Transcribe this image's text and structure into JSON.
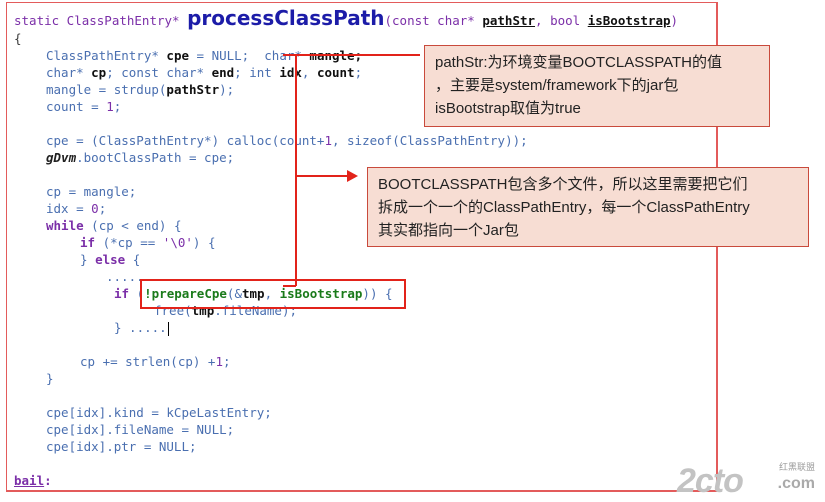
{
  "code": {
    "sig_type": "static ClassPathEntry* ",
    "sig_name": "processClassPath",
    "sig_params_open": "(const char* ",
    "sig_p1": "pathStr",
    "sig_mid": ", bool ",
    "sig_p2": "isBootstrap",
    "sig_close": ")",
    "l1": "{",
    "l2a": "ClassPathEntry* ",
    "l2b": "cpe",
    "l2c": " = NULL;  ",
    "l2d": "char* ",
    "l2e": "mangle;",
    "l3a": "char* ",
    "l3b": "cp",
    "l3c": "; const char* ",
    "l3d": "end",
    "l3e": "; int ",
    "l3f": "idx",
    "l3g": ", ",
    "l3h": "count",
    "l3i": ";",
    "l4a": "mangle = strdup(",
    "l4b": "pathStr",
    "l4c": ");",
    "l5a": "count = ",
    "l5b": "1",
    "l5c": ";",
    "l6a": "cpe = (ClassPathEntry*) calloc(count+",
    "l6b": "1",
    "l6c": ", sizeof(ClassPathEntry));",
    "l7a": "gDvm",
    "l7b": ".bootClassPath = cpe;",
    "l8": "cp = mangle;",
    "l9a": "idx = ",
    "l9b": "0",
    "l9c": ";",
    "l10a": "while",
    "l10b": " (cp < end) {",
    "l11a": "if",
    "l11b": " (*cp == ",
    "l11c": "'\\0'",
    "l11d": ") {",
    "l12a": "} ",
    "l12b": "else",
    "l12c": " {",
    "l13": ".....",
    "l14a": "if",
    "l14b": " (",
    "l14c": "!prepareCpe",
    "l14d": "(&",
    "l14e": "tmp",
    "l14f": ", ",
    "l14g": "isBootstrap",
    "l14h": ")) {",
    "l15a": "free(",
    "l15b": "tmp",
    "l15c": ".fileName);",
    "l16": "} .....",
    "l17a": "cp += strlen(cp) +",
    "l17b": "1",
    "l17c": ";",
    "l18": "}",
    "l19a": "cpe[idx].kind = kCpeLastEntry;",
    "l20a": "cpe[idx].fileName = NULL;",
    "l21a": "cpe[idx].ptr = NULL;",
    "bail": "bail",
    "bail_colon": ":"
  },
  "notes": {
    "note1": [
      "pathStr:为环境变量BOOTCLASSPATH的值",
      "，主要是system/framework下的jar包",
      "isBootstrap取值为true"
    ],
    "note2": [
      "BOOTCLASSPATH包含多个文件，所以这里需要把它们",
      "拆成一个一个的ClassPathEntry，每一个ClassPathEntry",
      "其实都指向一个Jar包"
    ]
  },
  "watermark": {
    "main": "2cto",
    "small": "红黑联盟",
    "domain": ".com"
  },
  "colors": {
    "highlight": "#e2231a",
    "note_bg": "#f7ddd3",
    "note_border": "#c94a3c"
  }
}
